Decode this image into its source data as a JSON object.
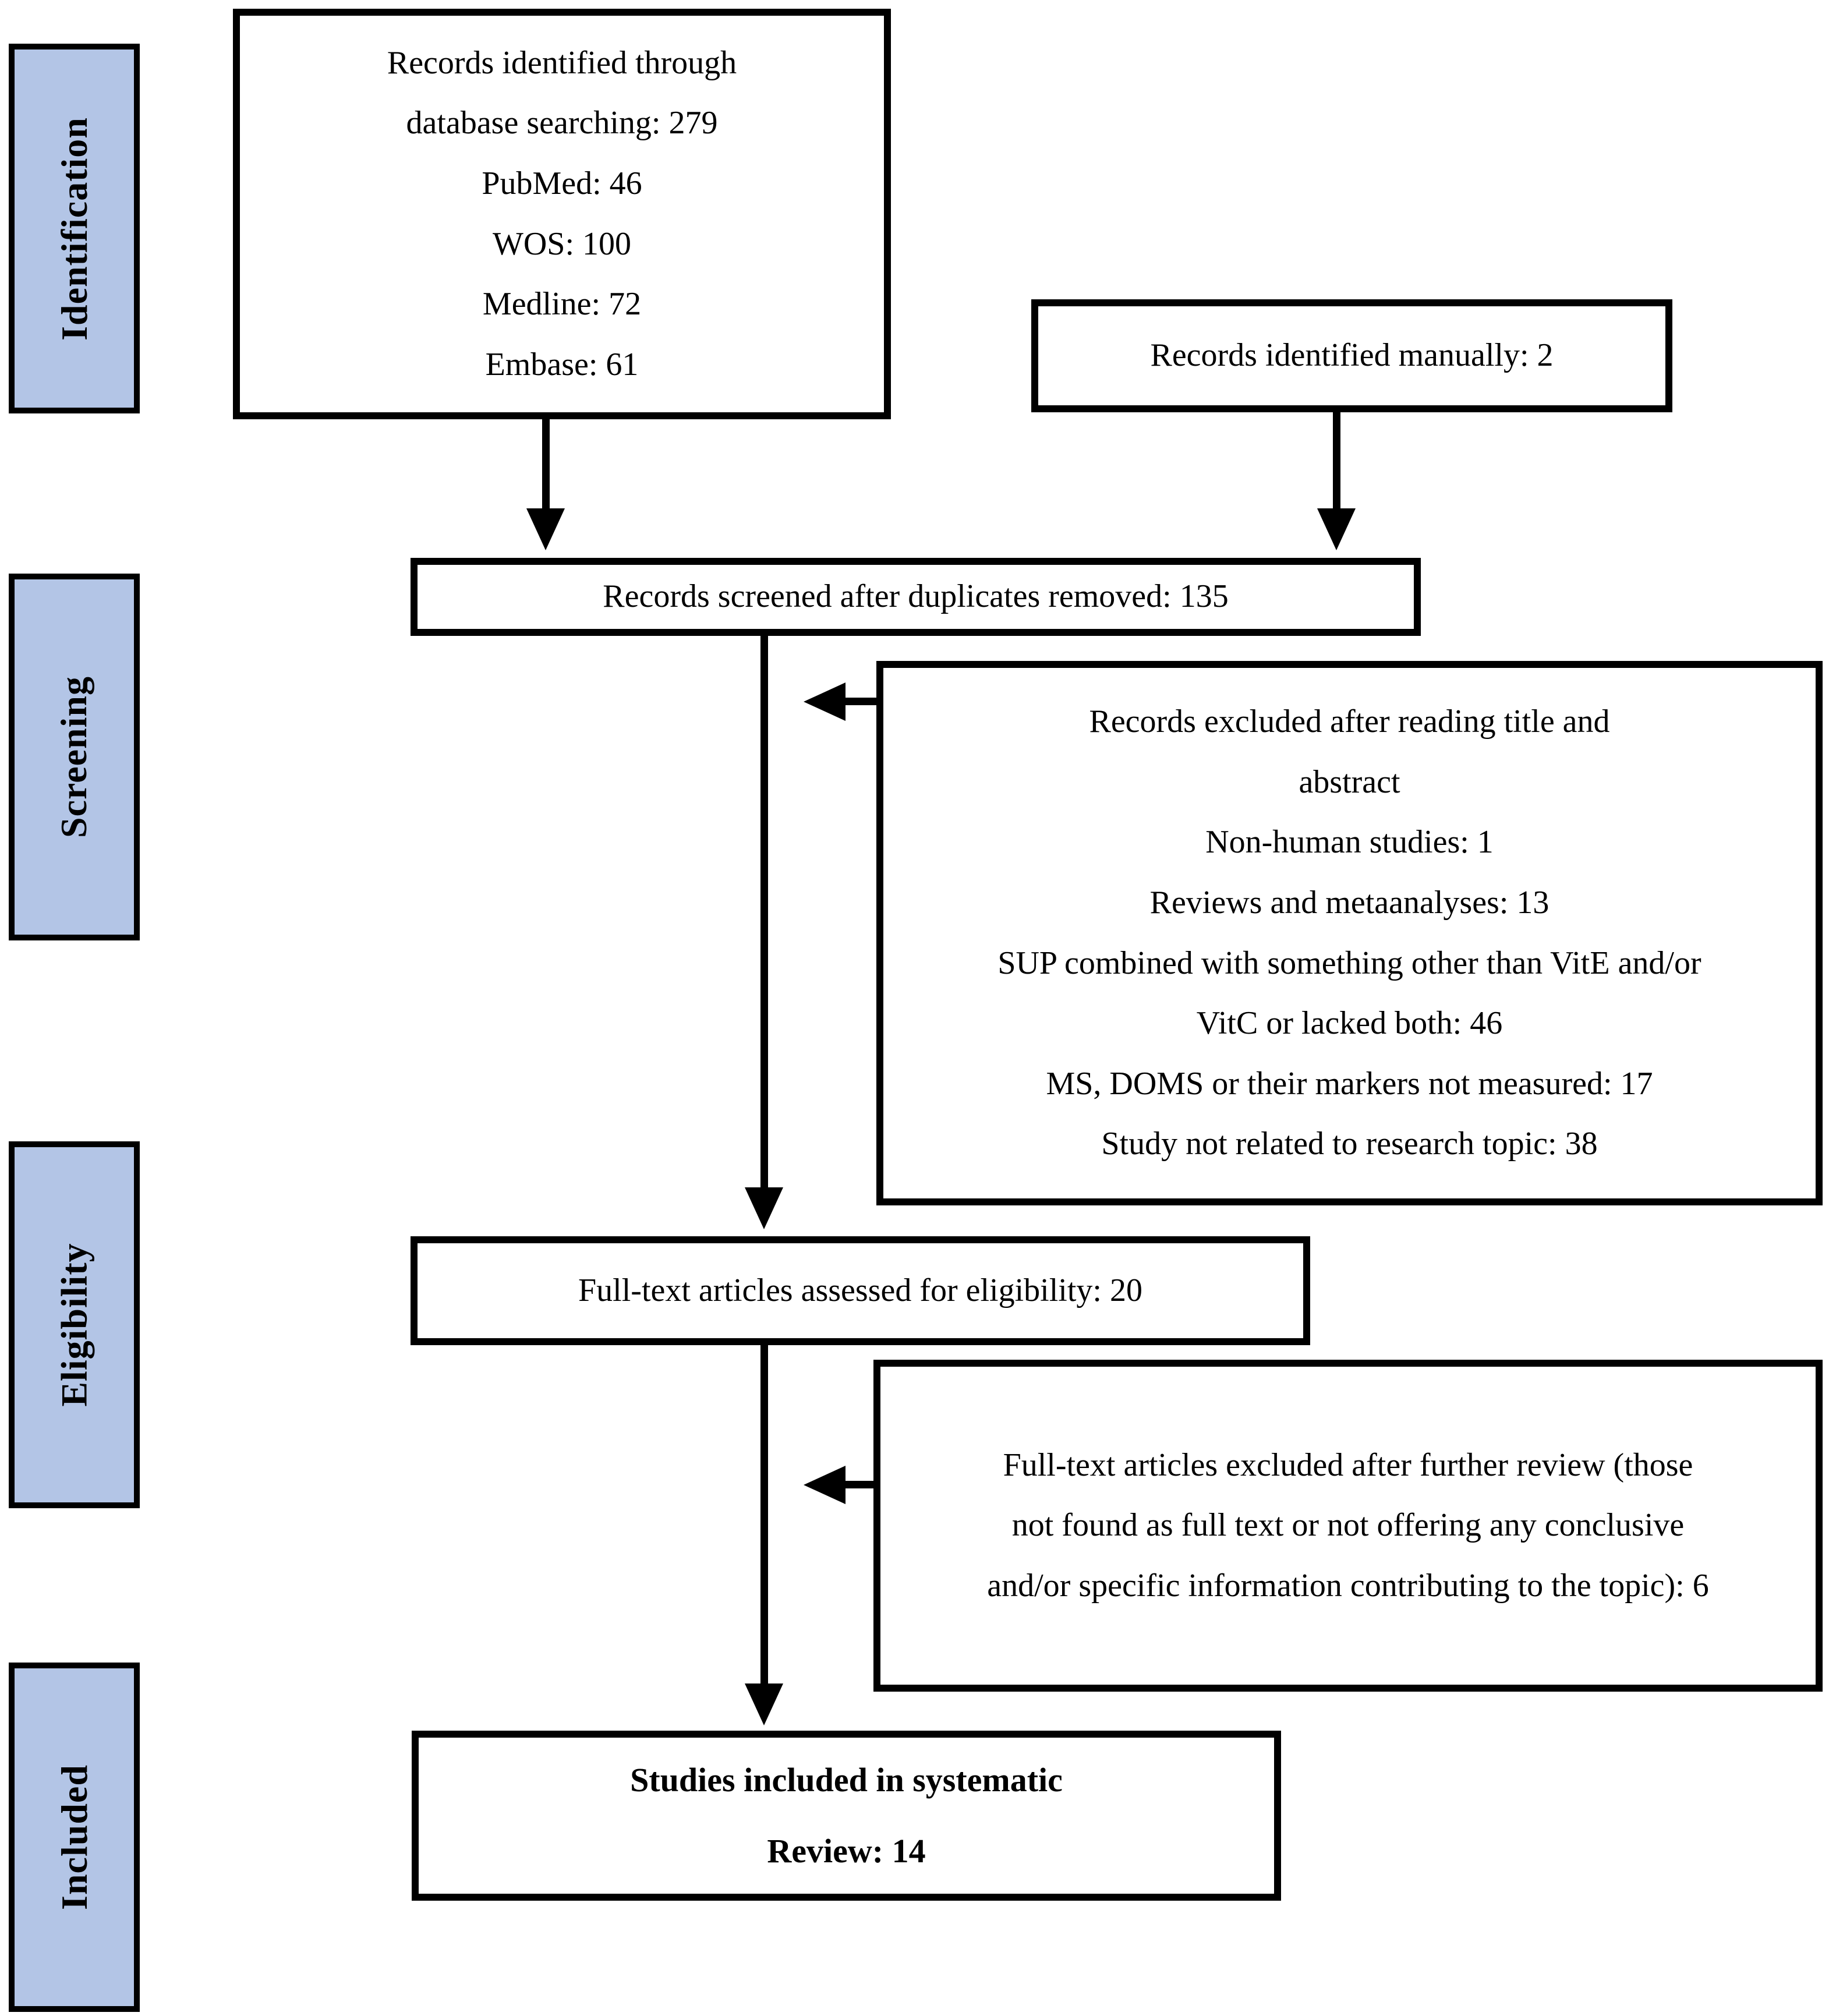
{
  "colors": {
    "sidebar_fill": "#b3c5e6",
    "line": "#000000",
    "background": "#ffffff",
    "text": "#000000"
  },
  "stages": [
    "Identification",
    "Screening",
    "Eligibility",
    "Included"
  ],
  "boxes": {
    "database_search": {
      "lines": [
        "Records identified through",
        "database searching: 279"
      ],
      "sources": [
        "PubMed: 46",
        "WOS: 100",
        "Medline: 72",
        "Embase: 61"
      ]
    },
    "manual_search": {
      "text": "Records identified manually: 2"
    },
    "screened": {
      "text": "Records screened after duplicates removed: 135"
    },
    "screening_exclusions": {
      "title_lines": [
        "Records excluded after reading title and",
        "abstract"
      ],
      "reasons": [
        "Non-human studies: 1",
        "Reviews and metaanalyses: 13",
        "SUP combined with something other than VitE and/or VitC or lacked both: 46",
        "MS, DOMS or their markers not measured: 17",
        "Study not related to research topic: 38"
      ]
    },
    "fulltext_assessed": {
      "text": "Full-text articles assessed for eligibility: 20"
    },
    "fulltext_exclusions": {
      "text": "Full-text articles excluded after further review (those not found as full text or not offering any conclusive and/or specific information contributing to the topic): 6"
    },
    "included_studies": {
      "lines": [
        "Studies included in systematic",
        "Review: 14"
      ]
    }
  }
}
